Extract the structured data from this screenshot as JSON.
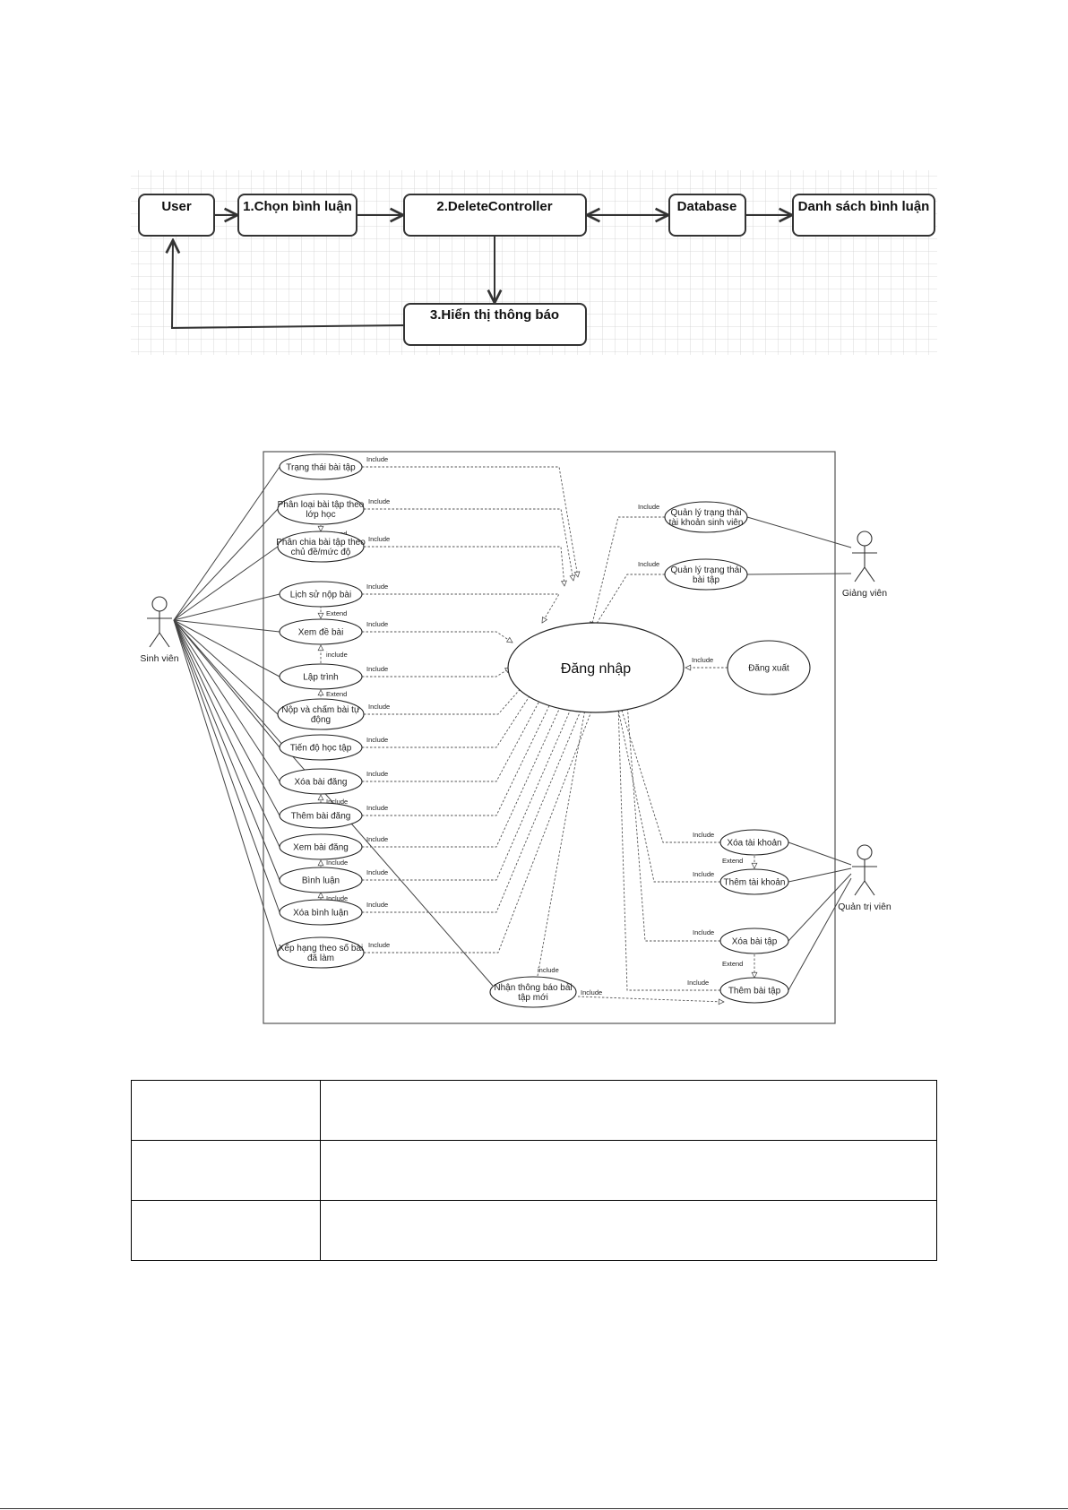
{
  "flowchart": {
    "user": "User",
    "step1": "1.Chọn bình luận",
    "step2": "2.DeleteController",
    "database": "Database",
    "list": "Danh sách bình luận",
    "step3": "3.Hiển thị thông báo"
  },
  "usecase": {
    "actors": {
      "student": "Sinh viên",
      "lecturer": "Giảng viên",
      "admin": "Quản trị viên"
    },
    "center": "Đăng nhập",
    "logout": "Đăng xuất",
    "left_cases": [
      [
        "Trạng thái bài tập"
      ],
      [
        "Phân loại bài tập theo",
        "lớp học"
      ],
      [
        "Phân chia bài tập theo",
        "chủ đề/mức độ"
      ],
      [
        "Lịch sử nộp bài"
      ],
      [
        "Xem đề bài"
      ],
      [
        "Lập trình"
      ],
      [
        "Nộp và chấm bài tự",
        "động"
      ],
      [
        "Tiến độ học tập"
      ],
      [
        "Xóa bài đăng"
      ],
      [
        "Thêm bài đăng"
      ],
      [
        "Xem bài đăng"
      ],
      [
        "Bình luận"
      ],
      [
        "Xóa bình luận"
      ],
      [
        "Xếp hạng theo số bài",
        "đã làm"
      ]
    ],
    "notify": [
      "Nhận thông báo bài",
      "tập mới"
    ],
    "lecturer_cases": [
      [
        "Quản lý trạng thái",
        "tài khoản sinh viên"
      ],
      [
        "Quản lý trạng thái",
        "bài tập"
      ]
    ],
    "admin_cases": [
      [
        "Xóa tài khoản"
      ],
      [
        "Thêm tài khoản"
      ],
      [
        "Xóa bài tập"
      ],
      [
        "Thêm bài tập"
      ]
    ],
    "include_label": "Include",
    "extend_label": "Extend",
    "include_lower_label": "include"
  },
  "table": {
    "rows": [
      [
        "",
        ""
      ],
      [
        "",
        ""
      ],
      [
        "",
        ""
      ]
    ]
  }
}
